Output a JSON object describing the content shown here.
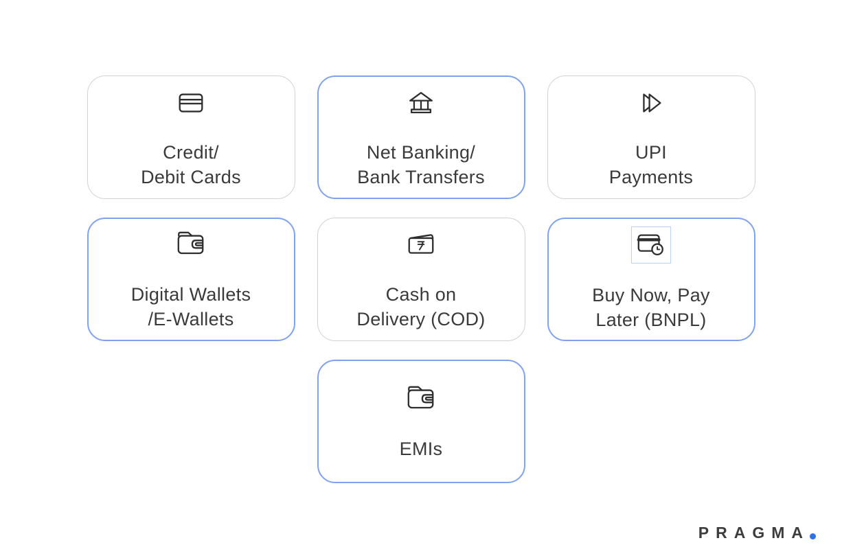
{
  "page": {
    "background": "#ffffff"
  },
  "colors": {
    "card_border_default": "#d2d2d2",
    "card_border_highlight": "#7fa2f0",
    "label_text": "#3a3a3a",
    "icon_stroke": "#2e2e2e",
    "icon_selection_box": "#bcd0f5",
    "brand_text": "#3d3d3d",
    "brand_dot": "#2e72ea"
  },
  "payment_methods": [
    {
      "id": "credit-debit-cards",
      "lines": [
        "Credit/",
        "Debit Cards"
      ],
      "icon": "credit-card-icon",
      "highlighted": false,
      "icon_selection_box": false,
      "row": 0
    },
    {
      "id": "net-banking-bank-transfers",
      "lines": [
        "Net Banking/",
        "Bank Transfers"
      ],
      "icon": "bank-icon",
      "highlighted": true,
      "icon_selection_box": false,
      "row": 0
    },
    {
      "id": "upi-payments",
      "lines": [
        "UPI",
        "Payments"
      ],
      "icon": "upi-arrows-icon",
      "highlighted": false,
      "icon_selection_box": false,
      "row": 0
    },
    {
      "id": "digital-wallets-e-wallets",
      "lines": [
        "Digital Wallets",
        "/E-Wallets"
      ],
      "icon": "wallet-icon",
      "highlighted": true,
      "icon_selection_box": false,
      "row": 1
    },
    {
      "id": "cash-on-delivery",
      "lines": [
        "Cash on",
        "Delivery (COD)"
      ],
      "icon": "cash-rupee-icon",
      "highlighted": false,
      "icon_selection_box": false,
      "row": 1
    },
    {
      "id": "buy-now-pay-later",
      "lines": [
        "Buy Now, Pay",
        "Later (BNPL)"
      ],
      "icon": "card-clock-icon",
      "highlighted": true,
      "icon_selection_box": true,
      "row": 1
    },
    {
      "id": "emis",
      "lines": [
        "EMIs"
      ],
      "icon": "wallet-icon",
      "highlighted": true,
      "icon_selection_box": false,
      "row": 2
    }
  ],
  "brand": {
    "name": "PRAGMA"
  }
}
